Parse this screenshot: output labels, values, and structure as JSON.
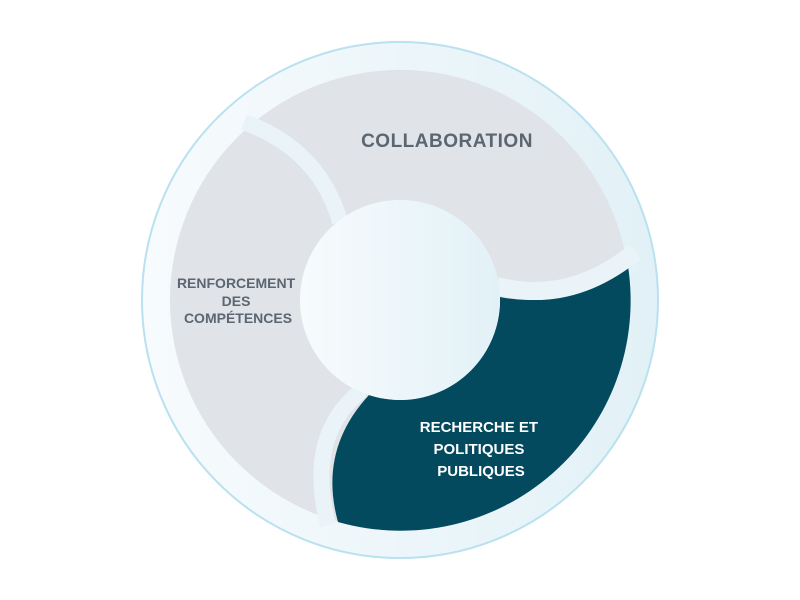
{
  "diagram": {
    "segments": [
      {
        "id": "collaboration",
        "lines": [
          "COLLABORATION"
        ]
      },
      {
        "id": "renforcement",
        "lines": [
          "RENFORCEMENT",
          "DES",
          "COMPÉTENCES"
        ]
      },
      {
        "id": "recherche",
        "lines": [
          "RECHERCHE ET",
          "POLITIQUES",
          "PUBLIQUES"
        ],
        "highlighted": true
      }
    ]
  },
  "colors": {
    "segment_gray": "#e0e3e8",
    "segment_dark": "#034a5f",
    "label_gray": "#5b6670",
    "label_light": "#ffffff",
    "ring_border": "#b9e1ef"
  }
}
